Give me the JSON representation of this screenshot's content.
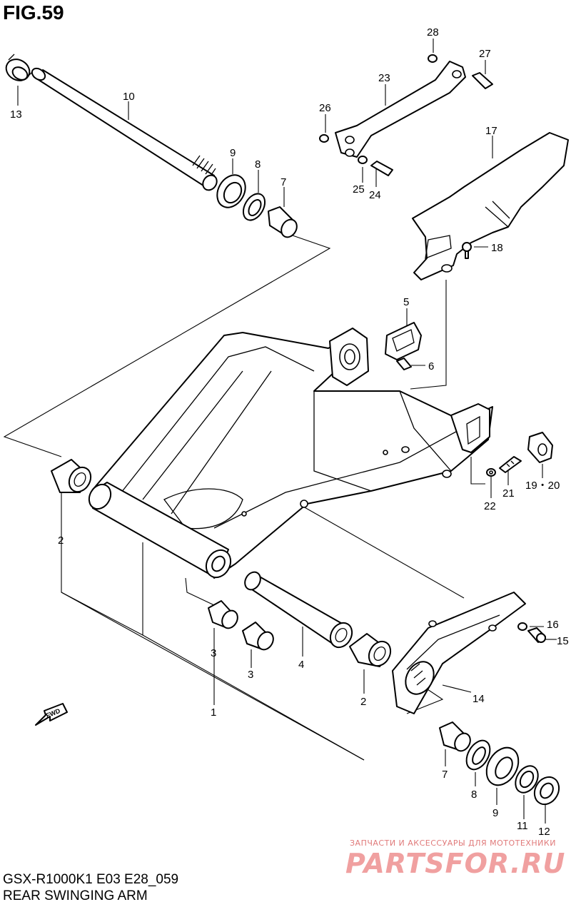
{
  "figure": {
    "title": "FIG.59"
  },
  "footer": {
    "model_code": "GSX-R1000K1 E03 E28_059",
    "diagram_title": "REAR SWINGING ARM"
  },
  "fwd_marker": {
    "label": "FWD",
    "icon": "fwd-arrow-icon"
  },
  "watermark": {
    "tagline": "ЗАПЧАСТИ И АКСЕССУАРЫ ДЛЯ МОТОТЕХНИКИ",
    "brand": "PARTSFOR.RU",
    "color": "#f0a0a0"
  },
  "callouts": [
    "13",
    "10",
    "9",
    "8",
    "7",
    "28",
    "27",
    "23",
    "26",
    "25",
    "24",
    "17",
    "18",
    "5",
    "6",
    "19・20",
    "21",
    "22",
    "2",
    "3",
    "3",
    "4",
    "1",
    "2",
    "16",
    "15",
    "14",
    "7",
    "8",
    "9",
    "11",
    "12"
  ]
}
